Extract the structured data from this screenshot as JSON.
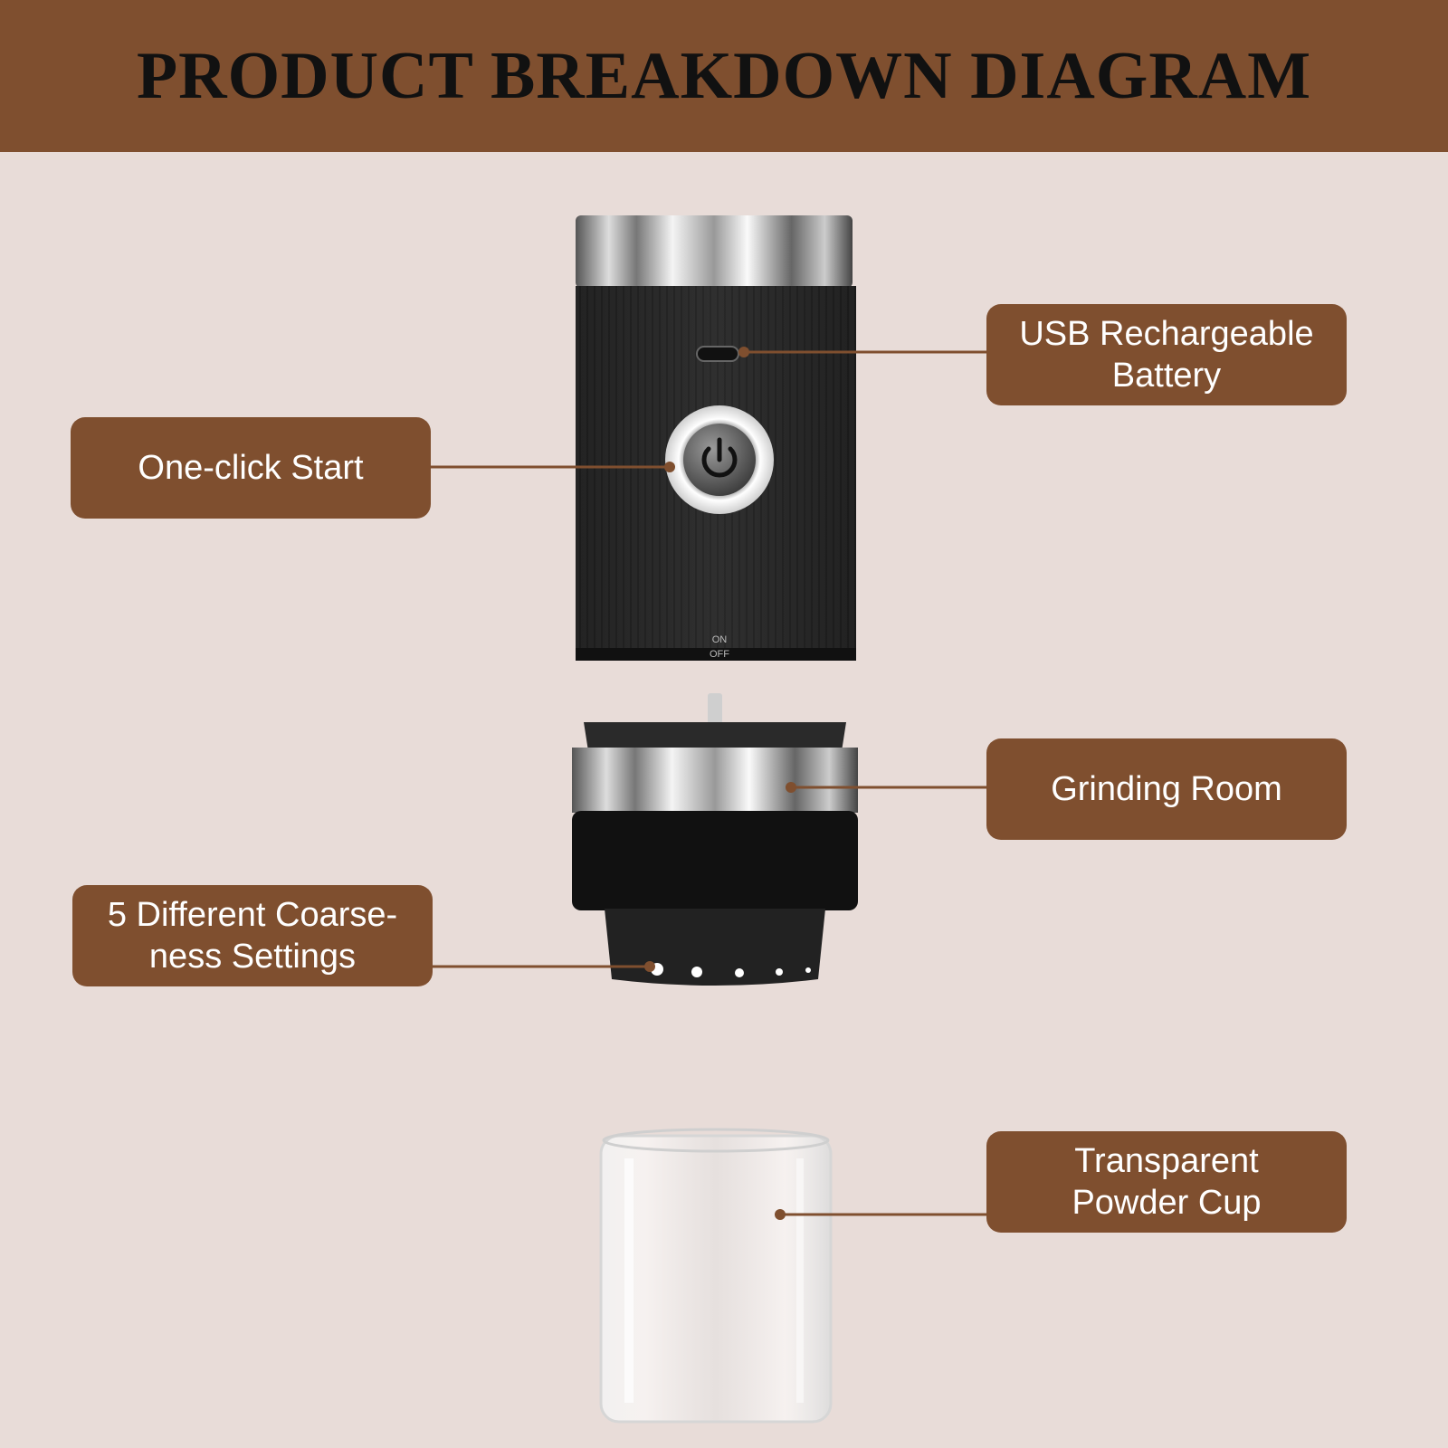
{
  "header": {
    "title": "PRODUCT BREAKDOWN DIAGRAM"
  },
  "callouts": {
    "usb_battery": "USB Rechargeable\nBattery",
    "one_click_start": "One-click Start",
    "grinding_room": "Grinding Room",
    "coarseness": "5 Different Coarse-\nness Settings",
    "powder_cup": "Transparent\nPowder Cup"
  },
  "switch": {
    "on": "ON",
    "off": "OFF"
  },
  "colors": {
    "brand_brown": "#7f4f2f",
    "background": "#e8dcd8",
    "body_black": "#2a2a2a"
  },
  "icons": [
    "power-icon",
    "usb-c-port-icon"
  ]
}
